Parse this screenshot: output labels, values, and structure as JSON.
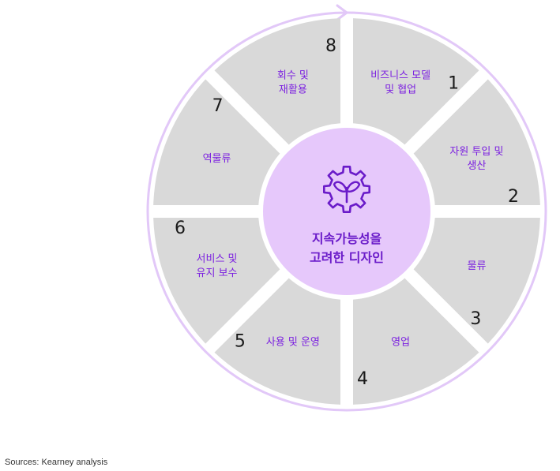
{
  "center": {
    "line1": "지속가능성을",
    "line2": "고려한 디자인",
    "icon": "gear-sprout-icon"
  },
  "segments": [
    {
      "number": "1",
      "lines": [
        "비즈니스 모델",
        "및 협업"
      ]
    },
    {
      "number": "2",
      "lines": [
        "자원 투입 및",
        "생산"
      ]
    },
    {
      "number": "3",
      "lines": [
        "물류"
      ]
    },
    {
      "number": "4",
      "lines": [
        "영업"
      ]
    },
    {
      "number": "5",
      "lines": [
        "사용 및 운영"
      ]
    },
    {
      "number": "6",
      "lines": [
        "서비스 및",
        "유지 보수"
      ]
    },
    {
      "number": "7",
      "lines": [
        "역물류"
      ]
    },
    {
      "number": "8",
      "lines": [
        "회수 및",
        "재활용"
      ]
    }
  ],
  "source": "Sources: Kearney analysis",
  "colors": {
    "segment_fill": "#d9d9d9",
    "segment_text": "#7b1fe0",
    "number_text": "#1a1a1a",
    "center_fill": "#e6c8fb",
    "center_text": "#6a1bc9",
    "outer_ring": "#e2c8f8",
    "source_text": "#333333"
  }
}
